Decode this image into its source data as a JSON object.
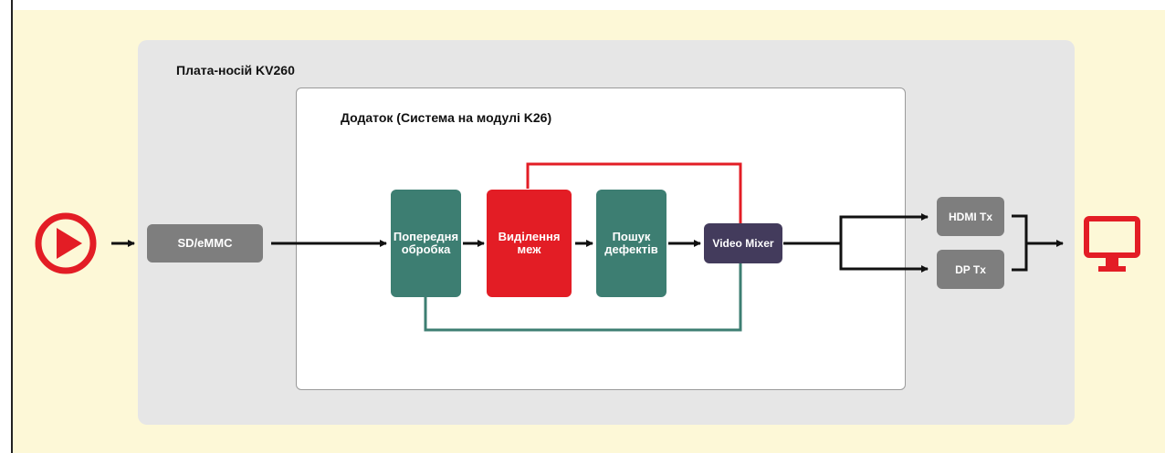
{
  "board_title": "Плата-носій KV260",
  "app_title": "Додаток (Система на модулі K26)",
  "blocks": {
    "storage": "SD/eMMC",
    "preprocess": "Попередня обробка",
    "edge": "Виділення меж",
    "defect": "Пошук дефектів",
    "mixer": "Video Mixer",
    "hdmi": "HDMI Tx",
    "dp": "DP Tx"
  },
  "icons": {
    "source": "play-icon",
    "output": "monitor-icon"
  },
  "colors": {
    "accent_red": "#e31d25",
    "block_green": "#3d7e72",
    "block_gray": "#7e7e7e",
    "mixer_navy": "#433b5c",
    "background": "#fdf8d7"
  }
}
